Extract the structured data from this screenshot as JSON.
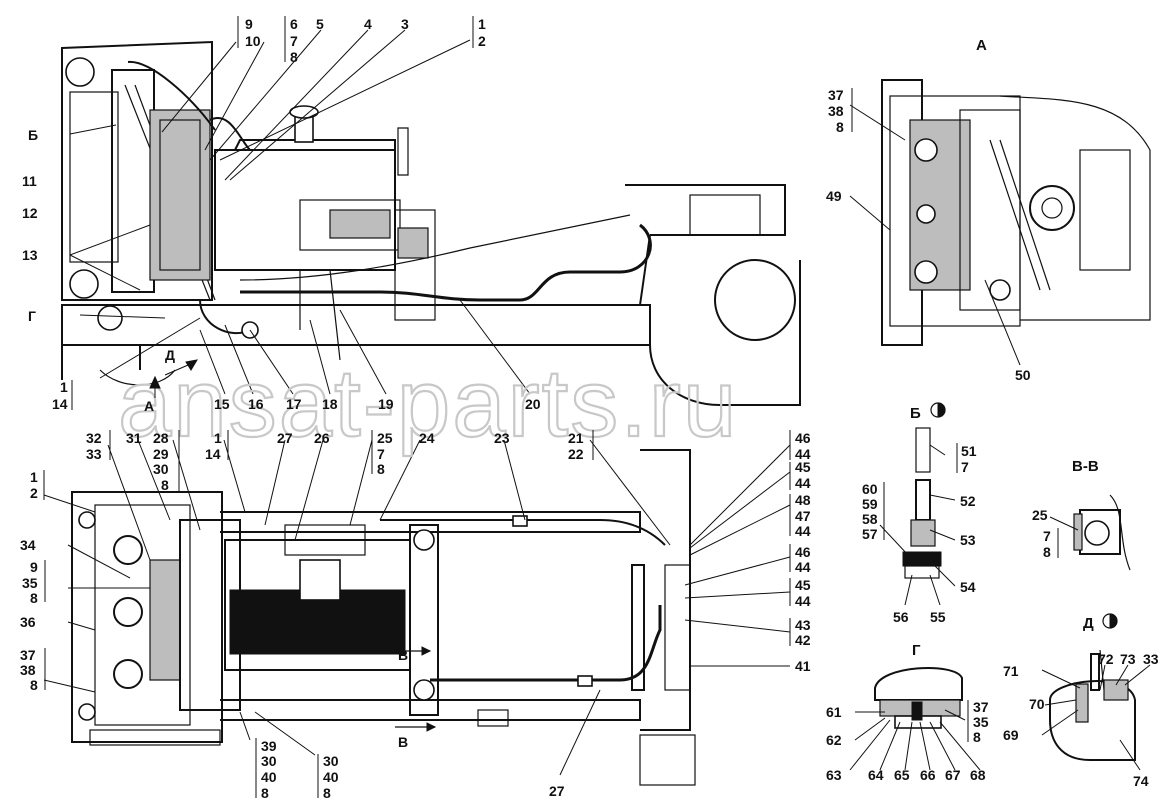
{
  "watermark": "ansat-parts.ru",
  "views": {
    "a": "А",
    "b": "Б",
    "v_v": "В-В",
    "g": "Г",
    "d": "Д",
    "v": "В"
  },
  "callouts": {
    "c_9_10": [
      "9",
      "10"
    ],
    "c_678": [
      "6",
      "7",
      "8"
    ],
    "c_5": "5",
    "c_4": "4",
    "c_3": "3",
    "c_1_2_top": [
      "1",
      "2"
    ],
    "c_b": "Б",
    "c_11": "11",
    "c_12": "12",
    "c_13": "13",
    "c_g": "Г",
    "c_d": "Д",
    "c_1_14_left": [
      "1",
      "14"
    ],
    "c_a_arrow": "А",
    "c_15": "15",
    "c_16": "16",
    "c_17": "17",
    "c_18": "18",
    "c_19": "19",
    "c_20": "20",
    "c_37_38_8_a": [
      "37",
      "38",
      "8"
    ],
    "c_49": "49",
    "c_50": "50",
    "c_32_33": [
      "32",
      "33"
    ],
    "c_31": "31",
    "c_28_29_30_8": [
      "28",
      "29",
      "30",
      "8"
    ],
    "c_1_14_mid": [
      "1",
      "14"
    ],
    "c_27_top": "27",
    "c_26": "26",
    "c_25_7_8": [
      "25",
      "7",
      "8"
    ],
    "c_24": "24",
    "c_23": "23",
    "c_21_22": [
      "21",
      "22"
    ],
    "c_46_44_a": [
      "46",
      "44"
    ],
    "c_45_44_a": [
      "45",
      "44"
    ],
    "c_48_47_44": [
      "48",
      "47",
      "44"
    ],
    "c_46_44_b": [
      "46",
      "44"
    ],
    "c_45_44_b": [
      "45",
      "44"
    ],
    "c_43_42": [
      "43",
      "42"
    ],
    "c_41": "41",
    "c_1_2_left": [
      "1",
      "2"
    ],
    "c_34": "34",
    "c_9_35_8": [
      "9",
      "35",
      "8"
    ],
    "c_36": "36",
    "c_37_38_8_b": [
      "37",
      "38",
      "8"
    ],
    "c_39_30_40_8": [
      "39",
      "30",
      "40",
      "8"
    ],
    "c_30_40_8": [
      "30",
      "40",
      "8"
    ],
    "c_27_bot": "27",
    "c_51_7": [
      "51",
      "7"
    ],
    "c_52": "52",
    "c_53": "53",
    "c_60_59_58_57": [
      "60",
      "59",
      "58",
      "57"
    ],
    "c_54": "54",
    "c_56": "56",
    "c_55": "55",
    "c_25_vv": "25",
    "c_7_8_vv": [
      "7",
      "8"
    ],
    "c_61": "61",
    "c_62": "62",
    "c_63": "63",
    "c_64": "64",
    "c_65": "65",
    "c_66": "66",
    "c_67": "67",
    "c_68": "68",
    "c_37_35_8": [
      "37",
      "35",
      "8"
    ],
    "c_71": "71",
    "c_72": "72",
    "c_73": "73",
    "c_33_d": "33",
    "c_70": "70",
    "c_69": "69",
    "c_74": "74"
  }
}
